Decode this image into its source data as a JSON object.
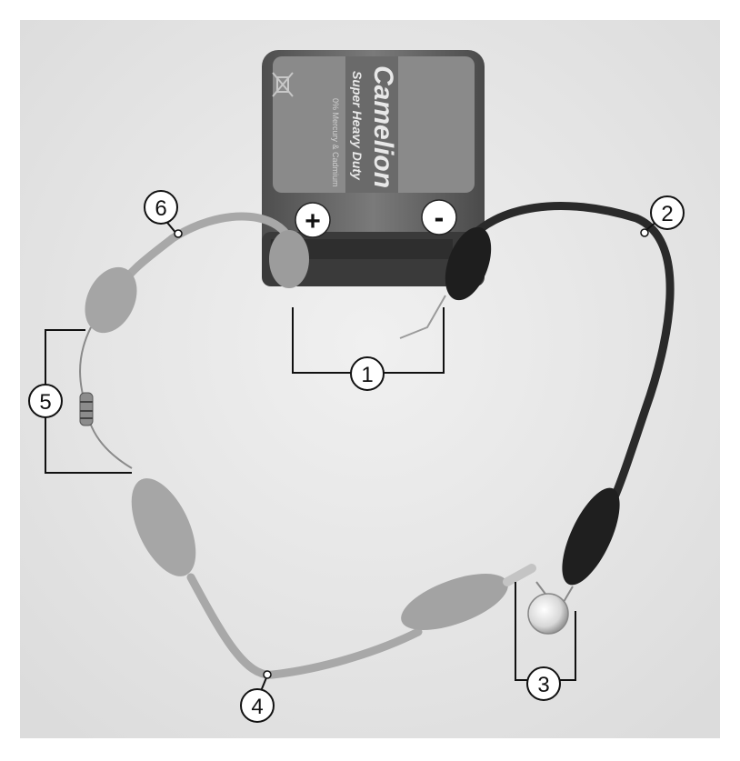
{
  "battery": {
    "brand": "Camelion",
    "model": "Super Heavy Duty",
    "note": "0% Mercury & Cadmium",
    "plus_sign": "+",
    "minus_sign": "-"
  },
  "callouts": [
    {
      "id": "1",
      "text": "1"
    },
    {
      "id": "2",
      "text": "2"
    },
    {
      "id": "3",
      "text": "3"
    },
    {
      "id": "4",
      "text": "4"
    },
    {
      "id": "5",
      "text": "5"
    },
    {
      "id": "6",
      "text": "6"
    }
  ],
  "colors": {
    "background": "#ececec",
    "battery_body": "#6a6a6a",
    "red_wire": "#a8a8a8",
    "black_wire": "#2a2a2a",
    "label_fill": "#ffffff",
    "label_stroke": "#111111"
  }
}
